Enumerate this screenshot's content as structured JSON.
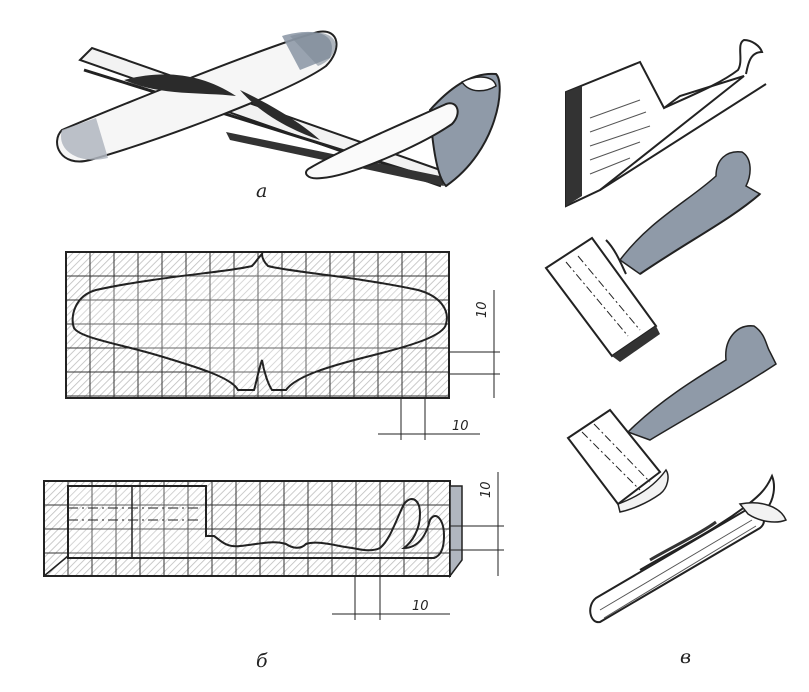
{
  "labels": {
    "a": "a",
    "b": "б",
    "v": "в"
  },
  "dimensions": {
    "wing_vertical": "10",
    "wing_horizontal": "10",
    "fuselage_vertical": "10",
    "fuselage_horizontal": "10"
  },
  "colors": {
    "ink": "#222222",
    "grid": "#333333",
    "hatch": "#b8b8b8",
    "shade": "#8f9aa8"
  }
}
